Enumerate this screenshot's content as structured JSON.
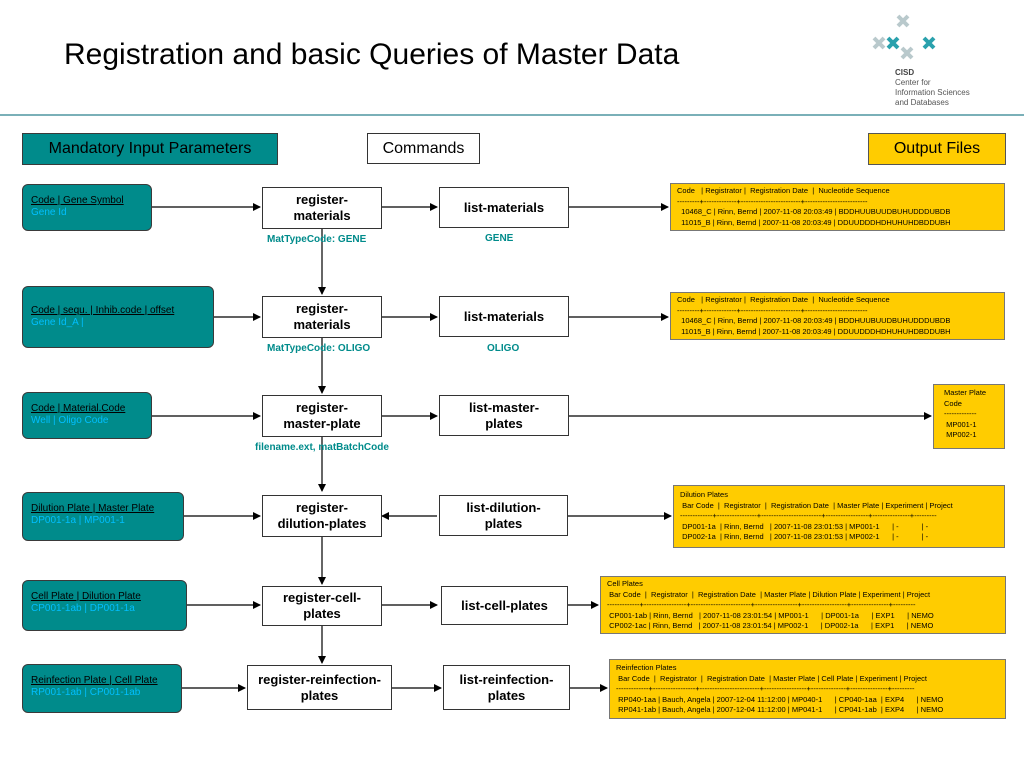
{
  "title": "Registration and basic Queries of Master Data",
  "logo": {
    "name": "CISD",
    "line1": "Center for",
    "line2": "Information Sciences",
    "line3": "and Databases"
  },
  "headers": {
    "inputs": "Mandatory Input Parameters",
    "commands": "Commands",
    "outputs": "Output Files"
  },
  "rows": [
    {
      "input1": "Code | Gene Symbol",
      "input2": "Gene Id",
      "register": "register-materials",
      "sublabel": "MatTypeCode: GENE",
      "list": "list-materials",
      "listsub": "GENE",
      "output": "Code   | Registrator |  Registration Date  |  Nucleotide Sequence\n---------+-------------+------------------------+-------------------------\n  10468_C | Rinn, Bernd | 2007-11-08 20:03:49 | BDDHUUBUUDBUHUDDDUBDB\n  11015_B | Rinn, Bernd | 2007-11-08 20:03:49 | DDUUDDDHDHUHUHDBDDUBH"
    },
    {
      "input1": "Code | sequ. | Inhib.code | offset",
      "input2": "Gene Id_A |",
      "register": "register-materials",
      "sublabel": "MatTypeCode: OLIGO",
      "list": "list-materials",
      "listsub": "OLIGO",
      "output": "Code   | Registrator |  Registration Date  |  Nucleotide Sequence\n---------+-------------+------------------------+-------------------------\n  10468_C | Rinn, Bernd | 2007-11-08 20:03:49 | BDDHUUBUUDBUHUDDDUBDB\n  11015_B | Rinn, Bernd | 2007-11-08 20:03:49 | DDUUDDDHDHUHUHDBDDUBH"
    },
    {
      "input1": "Code | Material.Code",
      "input2": "Well | Oligo Code",
      "register": "register-master-plate",
      "sublabel": "filename.ext, matBatchCode",
      "list": "list-master-plates",
      "listsub": "",
      "output": "Master Plate\nCode\n-------------\n MP001-1\n MP002-1"
    },
    {
      "input1": "Dilution Plate | Master Plate",
      "input2": "DP001-1a | MP001-1",
      "register": "register-dilution-plates",
      "sublabel": "",
      "list": "list-dilution-plates",
      "listsub": "",
      "output": "Dilution Plates\n Bar Code  |  Registrator  |  Registration Date  | Master Plate | Experiment | Project\n-------------+----------------+------------------------+-----------------+---------------+---------\n DP001-1a  | Rinn, Bernd   | 2007-11-08 23:01:53 | MP001-1      | -           | -\n DP002-1a  | Rinn, Bernd   | 2007-11-08 23:01:53 | MP002-1      | -           | -"
    },
    {
      "input1": "Cell Plate | Dilution Plate",
      "input2": "CP001-1ab | DP001-1a",
      "register": "register-cell-plates",
      "sublabel": "",
      "list": "list-cell-plates",
      "listsub": "",
      "output": "Cell Plates\n Bar Code  |  Registrator  |  Registration Date  | Master Plate | Dilution Plate | Experiment | Project\n-------------+-----------------+------------------------+-----------------+------------------+---------------+---------\n CP001-1ab | Rinn, Bernd   | 2007-11-08 23:01:54 | MP001-1      | DP001-1a      | EXP1      | NEMO\n CP002-1ac | Rinn, Bernd   | 2007-11-08 23:01:54 | MP002-1      | DP002-1a      | EXP1      | NEMO"
    },
    {
      "input1": "Reinfection Plate | Cell Plate",
      "input2": "RP001-1ab | CP001-1ab",
      "register": "register-reinfection-plates",
      "sublabel": "",
      "list": "list-reinfection-plates",
      "listsub": "",
      "output": "Reinfection Plates\n Bar Code  |  Registrator  |  Registration Date  | Master Plate | Cell Plate | Experiment | Project\n-------------+-----------------+------------------------+-----------------+--------------+---------------+---------\n RP040-1aa | Bauch, Angela | 2007-12-04 11:12:00 | MP040-1      | CP040-1aa  | EXP4      | NEMO\n RP041-1ab | Bauch, Angela | 2007-12-04 11:12:00 | MP041-1      | CP041-1ab  | EXP4      | NEMO"
    }
  ]
}
